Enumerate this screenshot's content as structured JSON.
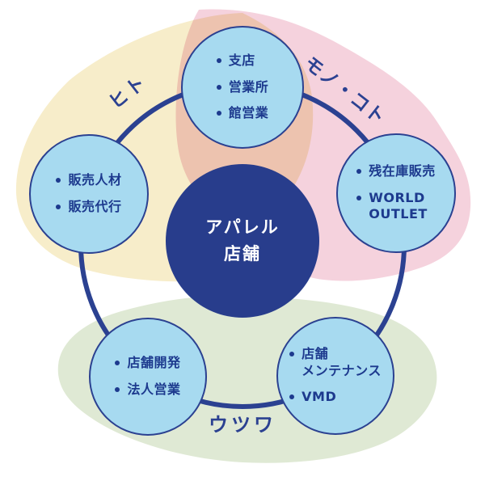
{
  "groups": [
    {
      "id": "hito",
      "label": "ヒト",
      "color": "#f7edca"
    },
    {
      "id": "mono-koto",
      "label": "モノ・コト",
      "color": "#f5d2dd"
    },
    {
      "id": "utsuwa",
      "label": "ウツワ",
      "color": "#dfe9d4"
    }
  ],
  "center": {
    "lines": [
      "アパレル",
      "店舗"
    ]
  },
  "nodes": [
    {
      "id": "branch-sales",
      "items": [
        "支店",
        "営業所",
        "館営業"
      ]
    },
    {
      "id": "sales-personnel",
      "items": [
        "販売人材",
        "販売代行"
      ]
    },
    {
      "id": "remaining-inventory",
      "items": [
        "残在庫販売",
        "WORLD\nOUTLET"
      ]
    },
    {
      "id": "store-development",
      "items": [
        "店舗開発",
        "法人営業"
      ]
    },
    {
      "id": "store-maintenance",
      "items": [
        "店舗\nメンテナンス",
        "VMD"
      ]
    }
  ],
  "colors": {
    "connector": "#2b4191",
    "node_fill": "#a7daf0",
    "node_border": "#2b4191",
    "center_fill": "#283d8c",
    "text": "#1d3a8e",
    "overlap_tint": "#ecd2a8",
    "background": "#ffffff"
  }
}
